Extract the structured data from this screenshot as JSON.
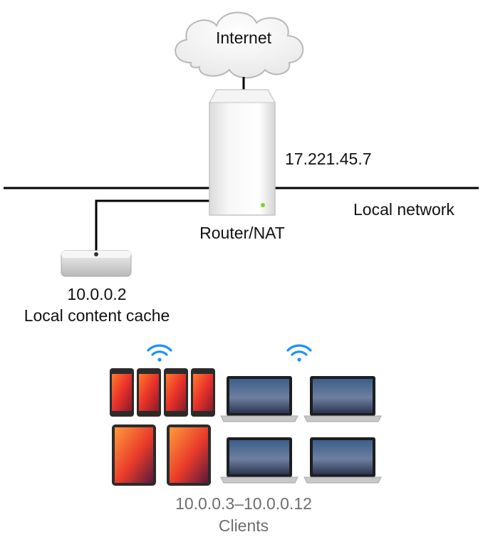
{
  "cloud": {
    "label": "Internet"
  },
  "router": {
    "wan_ip": "17.221.45.7",
    "label": "Router/NAT"
  },
  "network": {
    "label": "Local network"
  },
  "cache": {
    "ip": "10.0.0.2",
    "label": "Local content cache"
  },
  "clients": {
    "ip_range": "10.0.0.3–10.0.0.12",
    "label": "Clients"
  },
  "colors": {
    "wifi": "#1e90ff",
    "line": "#000000",
    "router_led": "#7ed321",
    "caption_gray": "#6e6e6e"
  },
  "icons": [
    "cloud-icon",
    "router-icon",
    "mac-mini-icon",
    "wifi-icon",
    "iphone-icon",
    "ipad-icon",
    "macbook-icon"
  ]
}
